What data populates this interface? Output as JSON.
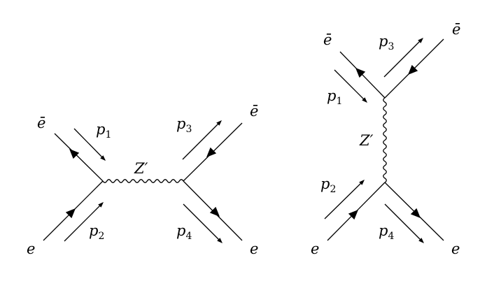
{
  "diagrams": [
    {
      "id": "s-channel",
      "labels": {
        "in_particle": "e",
        "in_antiparticle": "ē",
        "out_antiparticle": "ē",
        "out_particle": "e",
        "propagator": "Z′",
        "p1": {
          "base": "p",
          "sub": "1"
        },
        "p2": {
          "base": "p",
          "sub": "2"
        },
        "p3": {
          "base": "p",
          "sub": "3"
        },
        "p4": {
          "base": "p",
          "sub": "4"
        }
      }
    },
    {
      "id": "t-channel",
      "labels": {
        "in_particle": "e",
        "in_antiparticle": "ē",
        "out_antiparticle": "ē",
        "out_particle": "e",
        "propagator": "Z′",
        "p1": {
          "base": "p",
          "sub": "1"
        },
        "p2": {
          "base": "p",
          "sub": "2"
        },
        "p3": {
          "base": "p",
          "sub": "3"
        },
        "p4": {
          "base": "p",
          "sub": "4"
        }
      }
    }
  ]
}
